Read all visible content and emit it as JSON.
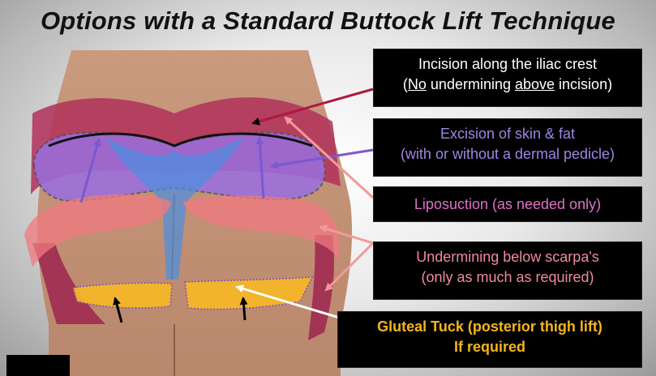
{
  "slide": {
    "title": "Options with a Standard Buttock Lift Technique"
  },
  "callouts": {
    "incision": {
      "line1": "Incision along the iliac crest",
      "line2_pre": "(",
      "line2_no": "No",
      "line2_mid": " undermining ",
      "line2_above": "above",
      "line2_post": " incision)",
      "color": "#ffffff"
    },
    "excision": {
      "line1": "Excision of skin & fat",
      "line2": "(with or without a dermal pedicle)",
      "color": "#9f85e3"
    },
    "liposuction": {
      "line1": "Liposuction (as needed only)",
      "color": "#e070c8"
    },
    "undermining": {
      "line1": "Undermining below scarpa's",
      "line2": "(only as much as required)",
      "color": "#f08aa0"
    },
    "gluteal_tuck": {
      "line1": "Gluteal Tuck (posterior thigh lift)",
      "line2": "If required",
      "color": "#f5b51e"
    }
  }
}
